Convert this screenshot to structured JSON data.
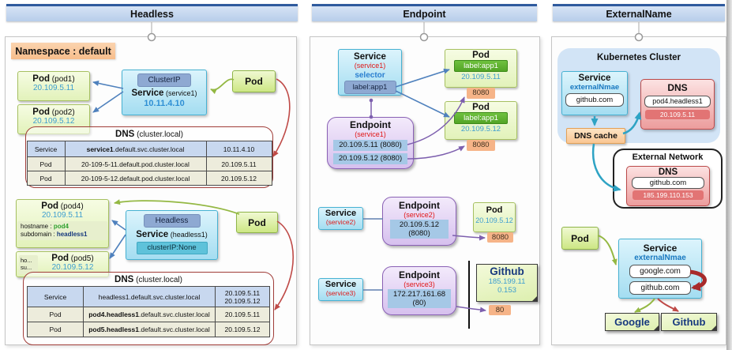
{
  "headless": {
    "title": "Headless",
    "namespace": "Namespace : default",
    "pod1": {
      "t": "Pod",
      "n": "(pod1)",
      "ip": "20.109.5.11"
    },
    "pod2": {
      "t": "Pod",
      "n": "(pod2)",
      "ip": "20.109.5.12"
    },
    "svc1": {
      "badge": "ClusterIP",
      "t": "Service",
      "n": "(service1)",
      "ip": "10.11.4.10"
    },
    "podA": "Pod",
    "dns1": {
      "t": "DNS",
      "sub": "(cluster.local)",
      "rows": [
        {
          "c1": "Service",
          "c2b": "service1",
          "c2": ".default.svc.cluster.local",
          "c3": "10.11.4.10"
        },
        {
          "c1": "Pod",
          "c2b": "",
          "c2": "20-109-5-11.default.pod.cluster.local",
          "c3": "20.109.5.11"
        },
        {
          "c1": "Pod",
          "c2b": "",
          "c2": "20-109-5-12.default.pod.cluster.local",
          "c3": "20.109.5.12"
        }
      ]
    },
    "pod4": {
      "t": "Pod",
      "n": "(pod4)",
      "ip": "20.109.5.11",
      "hl": "hostname : ",
      "hv": "pod4",
      "sl": "subdomain : ",
      "sv": "headless1"
    },
    "pod5": {
      "t": "Pod",
      "n": "(pod5)",
      "ip": "20.109.5.12",
      "tr1": "ho...",
      "tr2": "su..."
    },
    "svc2": {
      "badge": "Headless",
      "t": "Service",
      "n": "(headless1)",
      "cip": "clusterIP:None"
    },
    "podB": "Pod",
    "dns2": {
      "t": "DNS",
      "sub": "(cluster.local)",
      "rows": [
        {
          "c1": "Service",
          "c2b": "",
          "c2": "headless1.default.svc.cluster.local",
          "c3": "20.109.5.11",
          "c3b": "20.109.5.12"
        },
        {
          "c1": "Pod",
          "c2b": "pod4.headless1",
          "c2": ".default.svc.cluster.local",
          "c3": "20.109.5.11"
        },
        {
          "c1": "Pod",
          "c2b": "pod5.headless1",
          "c2": ".default.svc.cluster.local",
          "c3": "20.109.5.12"
        }
      ]
    }
  },
  "endpoint": {
    "title": "Endpoint",
    "svc1": {
      "t": "Service",
      "n": "(service1)",
      "selector": "selector",
      "label": "label:app1"
    },
    "pod1": {
      "t": "Pod",
      "label": "label:app1",
      "ip": "20.109.5.11",
      "port": "8080"
    },
    "pod2": {
      "t": "Pod",
      "label": "label:app1",
      "ip": "20.109.5.12",
      "port": "8080"
    },
    "ep1": {
      "t": "Endpoint",
      "n": "(service1)",
      "r1": "20.109.5.11 (8080)",
      "r2": "20.109.5.12 (8080)"
    },
    "svc2": {
      "t": "Service",
      "n": "(service2)"
    },
    "ep2": {
      "t": "Endpoint",
      "n": "(service2)",
      "ip": "20.109.5.12",
      "port": "(8080)"
    },
    "pod3": {
      "t": "Pod",
      "ip": "20.109.5.12",
      "port": "8080"
    },
    "svc3": {
      "t": "Service",
      "n": "(service3)"
    },
    "ep3": {
      "t": "Endpoint",
      "n": "(service3)",
      "ip": "172.217.161.68",
      "port": "(80)"
    },
    "github": {
      "t": "Github",
      "ip1": "185.199.11",
      "ip2": "0.153",
      "port": "80"
    }
  },
  "externalname": {
    "title": "ExternalName",
    "cluster": "Kubernetes Cluster",
    "svcTop": {
      "t": "Service",
      "n": "externalNmae",
      "v": "github.com"
    },
    "dnsTop": {
      "t": "DNS",
      "host": "pod4.headless1",
      "ip": "20.109.5.11"
    },
    "cache": "DNS cache",
    "extnet": {
      "t": "External Network",
      "dns": "DNS",
      "host": "github.com",
      "ip": "185.199.110.153"
    },
    "pod": "Pod",
    "svcBot": {
      "t": "Service",
      "n": "externalNmae",
      "v1": "google.com",
      "v2": "github.com"
    },
    "noteGoogle": "Google",
    "noteGithub": "Github"
  },
  "colors": {
    "header_blue": "#b7cdea",
    "arrow_blue": "#4f81bd",
    "arrow_green": "#94b843",
    "arrow_red": "#bf4a47",
    "arrow_purple": "#7d5fae",
    "arrow_teal": "#2ea3c4",
    "arrow_dark_red": "#a82a2a",
    "ip_teal": "#3d9ecf",
    "name_red": "#e01616"
  }
}
